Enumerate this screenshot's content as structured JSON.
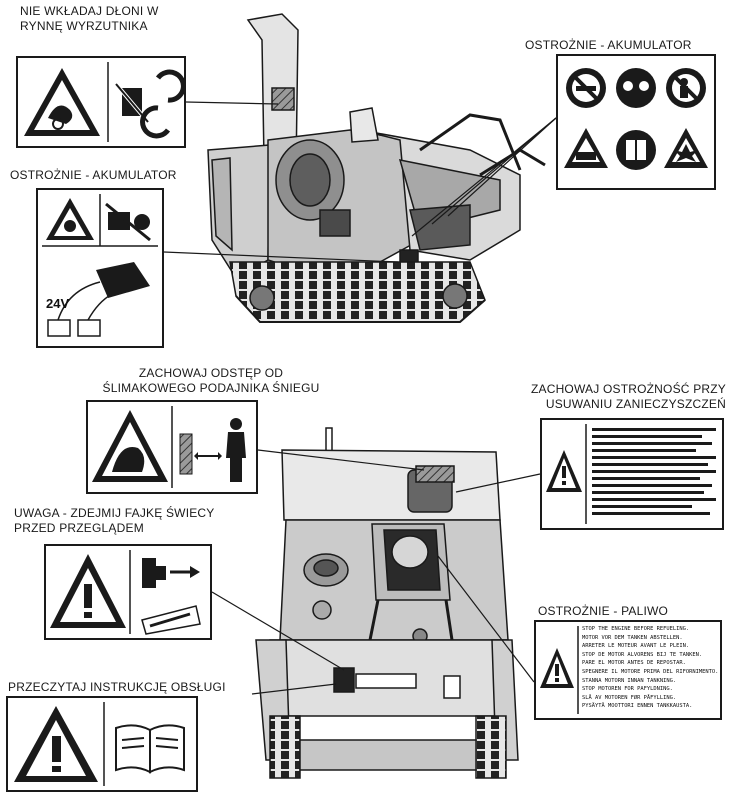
{
  "captions": {
    "chute": "NIE WKŁADAJ DŁONI W\nRYNNĘ WYRZUTNIKA",
    "battery_top": "OSTROŻNIE - AKUMULATOR",
    "battery_left": "OSTROŻNIE - AKUMULATOR",
    "auger": "ZACHOWAJ ODSTĘP OD\nŚLIMAKOWEGO PODAJNIKA ŚNIEGU",
    "clog": "ZACHOWAJ OSTROŻNOŚĆ PRZY\nUSUWANIU ZANIECZYSZCZEŃ",
    "spark": "UWAGA - ZDEJMIJ FAJKĘ ŚWIECY\nPRZED PRZEGLĄDEM",
    "fuel": "OSTROŻNIE - PALIWO",
    "manual": "PRZECZYTAJ INSTRUKCJĘ OBSŁUGI"
  },
  "battery_decal": {
    "voltage": "24V"
  },
  "fuel_decal": {
    "lines": [
      "STOP THE ENGINE BEFORE REFUELING.",
      "MOTOR VOR DEM TANKEN ABSTELLEN.",
      "ARRETER LE MOTEUR AVANT LE PLEIN.",
      "STOP DE MOTOR ALVORENS BIJ TE TANKEN.",
      "PARE EL MOTOR ANTES DE REPOSTAR.",
      "SPEGNERE IL MOTORE PRIMA DEL RIFORNIMENTO.",
      "STANNA MOTORN INNAN TANKNING.",
      "STOP MOTOREN FOR PAFYLDNING.",
      "SLÅ AV MOTOREN FØR PÅFYLLING.",
      "PYSÄYTÄ MOOTTORI ENNEN TANKKAUSTA."
    ]
  },
  "colors": {
    "ink": "#1a1a1a",
    "paper": "#ffffff",
    "machine": "#3a3a3a"
  }
}
